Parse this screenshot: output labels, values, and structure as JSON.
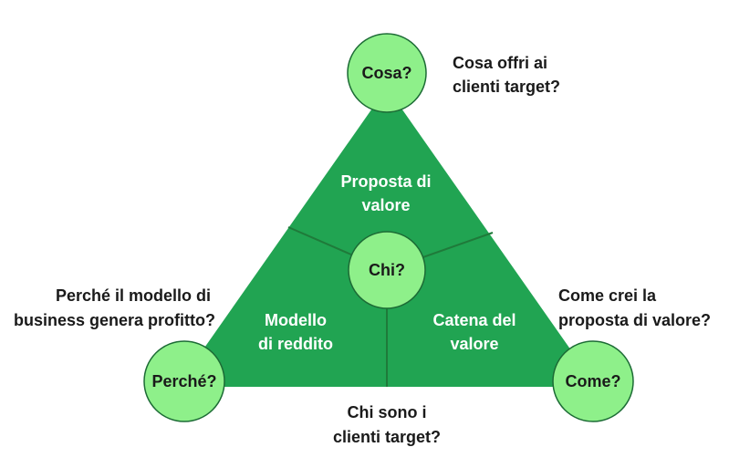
{
  "colors": {
    "triangle_fill": "#21a452",
    "node_fill": "#8ef08a",
    "divider": "#1f7a3a",
    "label_light": "#ffffff",
    "label_dark": "#1a1a1a"
  },
  "regions": {
    "top": {
      "line1": "Proposta di",
      "line2": "valore"
    },
    "left": {
      "line1": "Modello",
      "line2": "di reddito"
    },
    "right": {
      "line1": "Catena del",
      "line2": "valore"
    }
  },
  "nodes": {
    "top": "Cosa?",
    "center": "Chi?",
    "left": "Perché?",
    "right": "Come?"
  },
  "questions": {
    "top": {
      "line1": "Cosa offri ai",
      "line2": "clienti target?"
    },
    "left": {
      "line1": "Perché il modello di",
      "line2": "business genera profitto?"
    },
    "right": {
      "line1": "Come crei la",
      "line2": "proposta di valore?"
    },
    "bottom": {
      "line1": "Chi sono i",
      "line2": "clienti target?"
    }
  }
}
